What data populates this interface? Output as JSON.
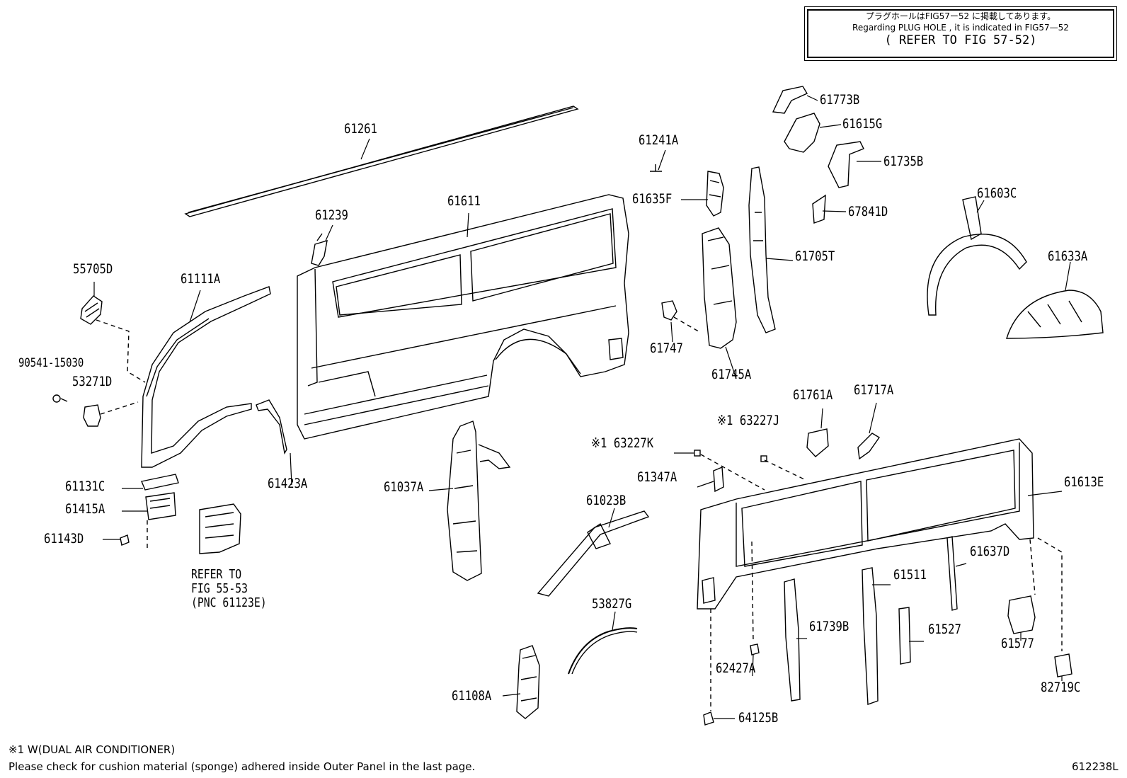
{
  "notice": {
    "jp": "プラグホールはFIG57ー52 に掲載してあります。",
    "en": "Regarding PLUG HOLE , it is indicated in FIG57‪—‬52",
    "refer": "( REFER TO FIG 57-52)"
  },
  "labels": {
    "p61261": "61261",
    "p61611": "61611",
    "p61239": "61239",
    "p55705D": "55705D",
    "p61111A": "61111A",
    "p90541": "90541-15030",
    "p53271D": "53271D",
    "p61131C": "61131C",
    "p61415A": "61415A",
    "p61143D": "61143D",
    "refer1": "REFER TO",
    "refer2": "FIG 55-53",
    "refer3": "(PNC 61123E)",
    "p61423A": "61423A",
    "p61037A": "61037A",
    "p61023B": "61023B",
    "p53827G": "53827G",
    "p61108A": "61108A",
    "p61241A": "61241A",
    "p61635F": "61635F",
    "p61747": "61747",
    "p61745A": "61745A",
    "p61705T": "61705T",
    "p61773B": "61773B",
    "p61615G": "61615G",
    "p61735B": "61735B",
    "p67841D": "67841D",
    "p61603C": "61603C",
    "p61633A": "61633A",
    "p61761A": "61761A",
    "p61717A": "61717A",
    "p63227J": "※1 63227J",
    "p63227K": "※1 63227K",
    "p61347A": "61347A",
    "p61613E": "61613E",
    "p61637D": "61637D",
    "p61511": "61511",
    "p61739B": "61739B",
    "p61527": "61527",
    "p61577": "61577",
    "p62427A": "62427A",
    "p82719C": "82719C",
    "p64125B": "64125B"
  },
  "footer": {
    "note1": "※1 W(DUAL AIR CONDITIONER)",
    "note2": "Please check for cushion material (sponge) adhered inside Outer Panel in the last page.",
    "figure_id": "612238L"
  }
}
